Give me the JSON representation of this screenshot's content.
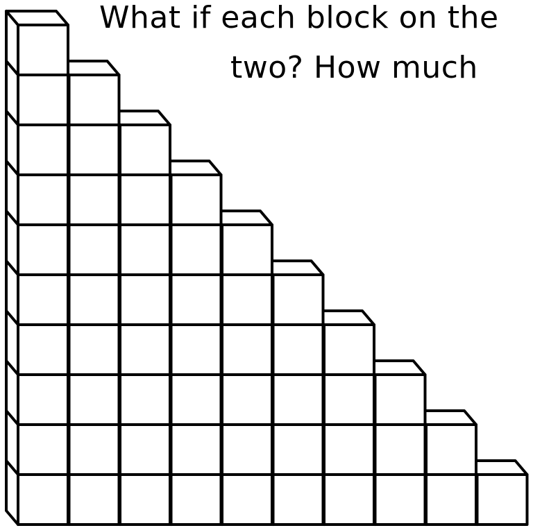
{
  "caption": {
    "line1": "What if each block on the",
    "line2": "two?  How much"
  },
  "staircase": {
    "column_heights": [
      10,
      9,
      8,
      7,
      6,
      5,
      4,
      3,
      2,
      1
    ],
    "stroke_color": "#000000",
    "fill_color": "#ffffff"
  }
}
